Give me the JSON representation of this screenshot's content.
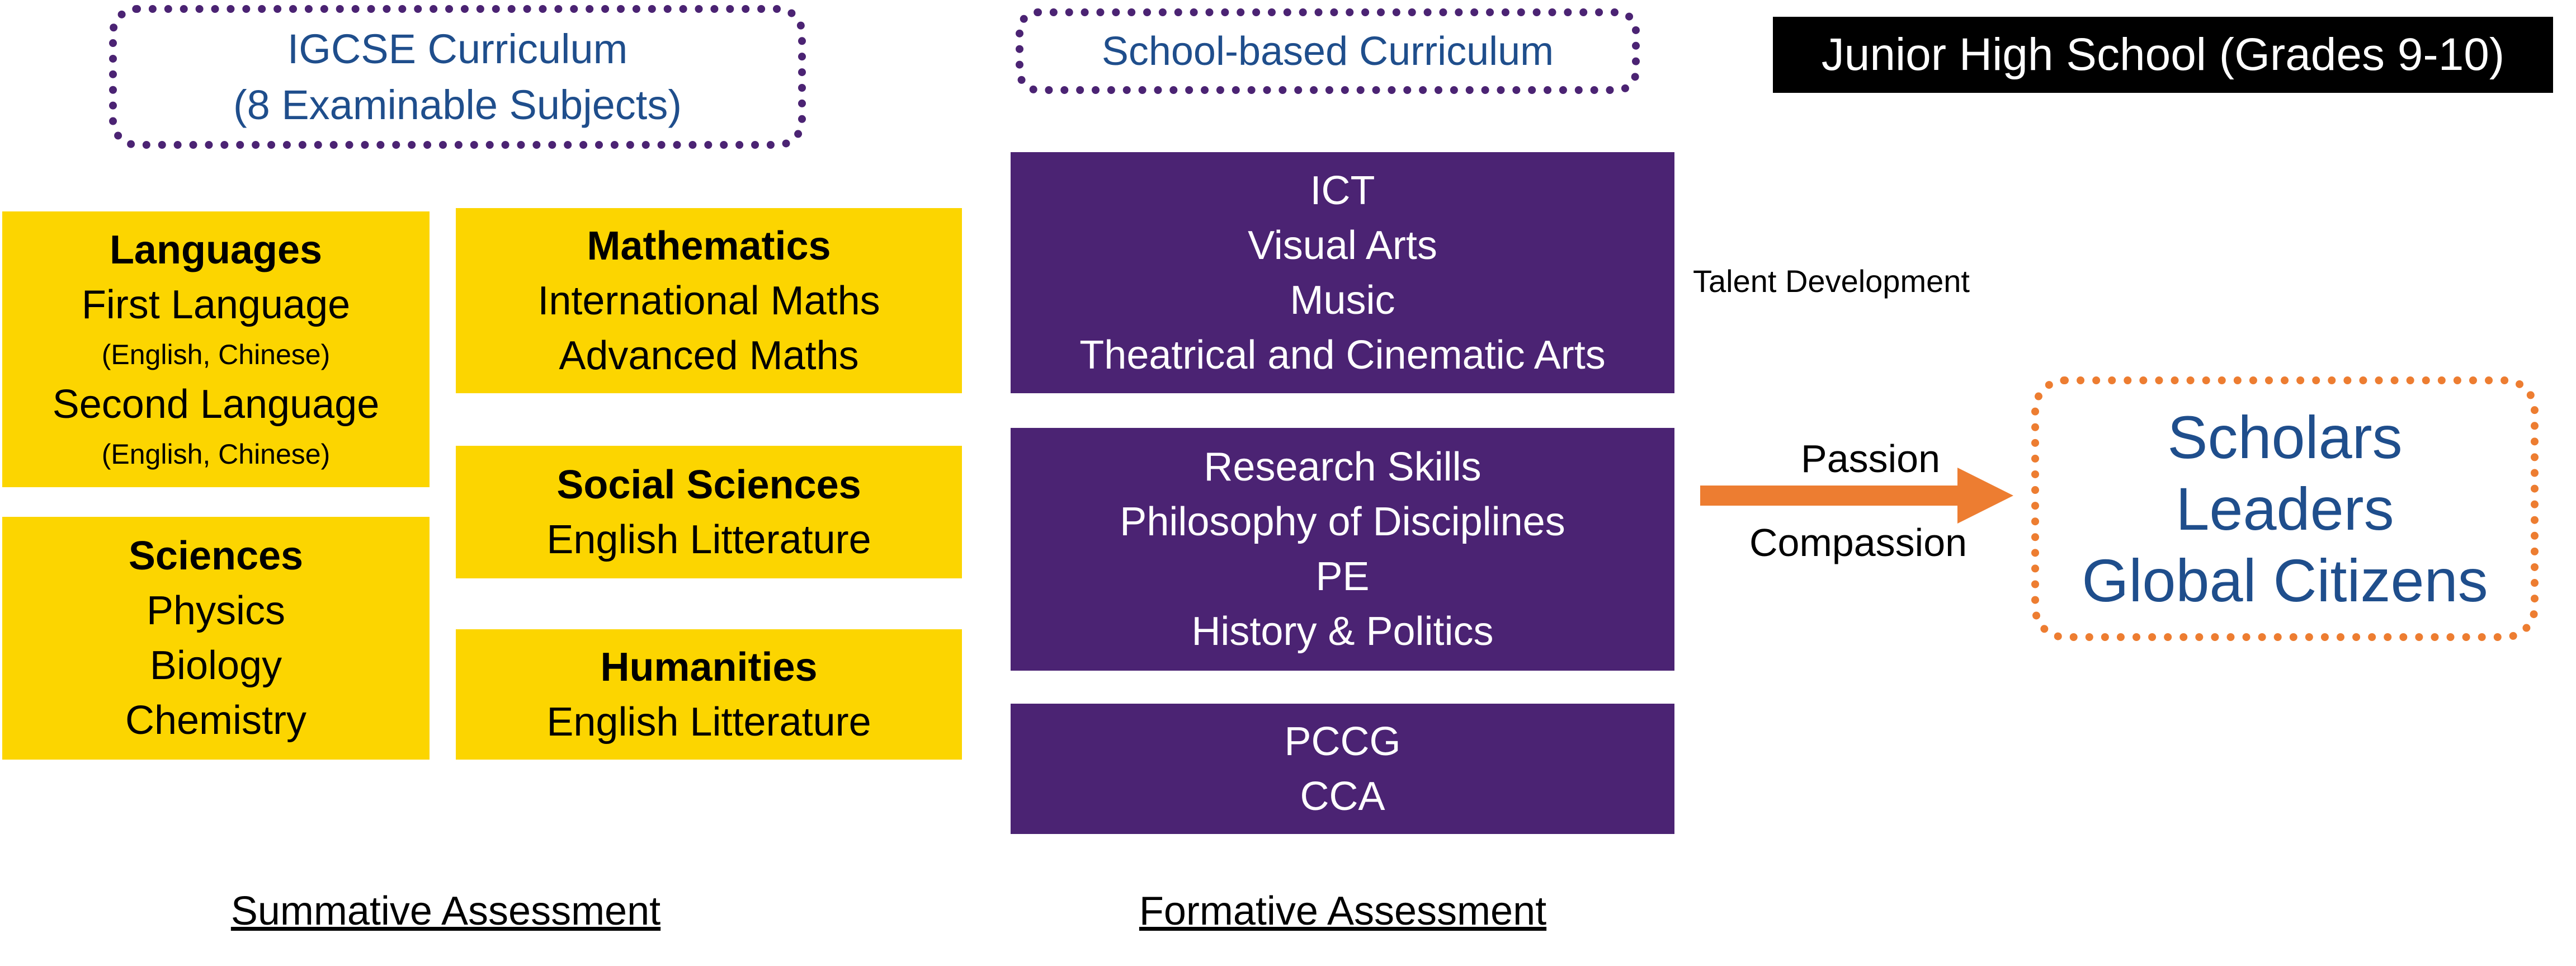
{
  "header": {
    "title": "Junior High School (Grades 9-10)"
  },
  "igcse": {
    "title": "IGCSE Curriculum",
    "subtitle": "(8 Examinable Subjects)"
  },
  "school_based": {
    "title": "School-based Curriculum"
  },
  "subjects": {
    "languages": {
      "heading": "Languages",
      "first": "First Language",
      "first_note": "(English, Chinese)",
      "second": "Second Language",
      "second_note": "(English, Chinese)"
    },
    "sciences": {
      "heading": "Sciences",
      "items": [
        "Physics",
        "Biology",
        "Chemistry"
      ]
    },
    "mathematics": {
      "heading": "Mathematics",
      "items": [
        "International Maths",
        "Advanced Maths"
      ]
    },
    "social_sciences": {
      "heading": "Social Sciences",
      "items": [
        "English Litterature"
      ]
    },
    "humanities": {
      "heading": "Humanities",
      "items": [
        "English Litterature"
      ]
    }
  },
  "school_boxes": [
    {
      "items": [
        "ICT",
        "Visual Arts",
        "Music",
        "Theatrical and Cinematic Arts"
      ]
    },
    {
      "items": [
        "Research Skills",
        "Philosophy of Disciplines",
        "PE",
        "History & Politics"
      ]
    },
    {
      "items": [
        "PCCG",
        "CCA"
      ]
    }
  ],
  "talent_label": "Talent Development",
  "arrow": {
    "top_label": "Passion",
    "bottom_label": "Compassion",
    "color": "#ed7d31"
  },
  "outcomes": [
    "Scholars",
    "Leaders",
    "Global Citizens"
  ],
  "captions": {
    "summative": "Summative Assessment",
    "formative": "Formative Assessment"
  },
  "colors": {
    "purple": "#4b2373",
    "yellow": "#fcd500",
    "blue_text": "#1f4e8c",
    "orange": "#ed7d31"
  }
}
